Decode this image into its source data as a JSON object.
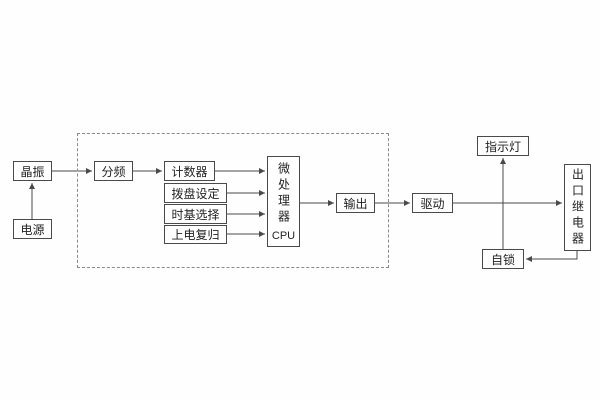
{
  "diagram": {
    "nodes": {
      "crystal": "晶振",
      "power": "电源",
      "divider": "分频",
      "counter": "计数器",
      "dial_setting": "拨盘设定",
      "timebase_select": "时基选择",
      "power_on_reset": "上电复归",
      "cpu_cn": "微处理器",
      "cpu_en": "CPU",
      "output": "输出",
      "drive": "驱动",
      "indicator_lamp": "指示灯",
      "outlet_relay": "出口继电器",
      "self_lock": "自锁"
    },
    "colors": {
      "line": "#4a4a4a",
      "box_border": "#4a4a4a",
      "background": "#ffffff"
    }
  }
}
